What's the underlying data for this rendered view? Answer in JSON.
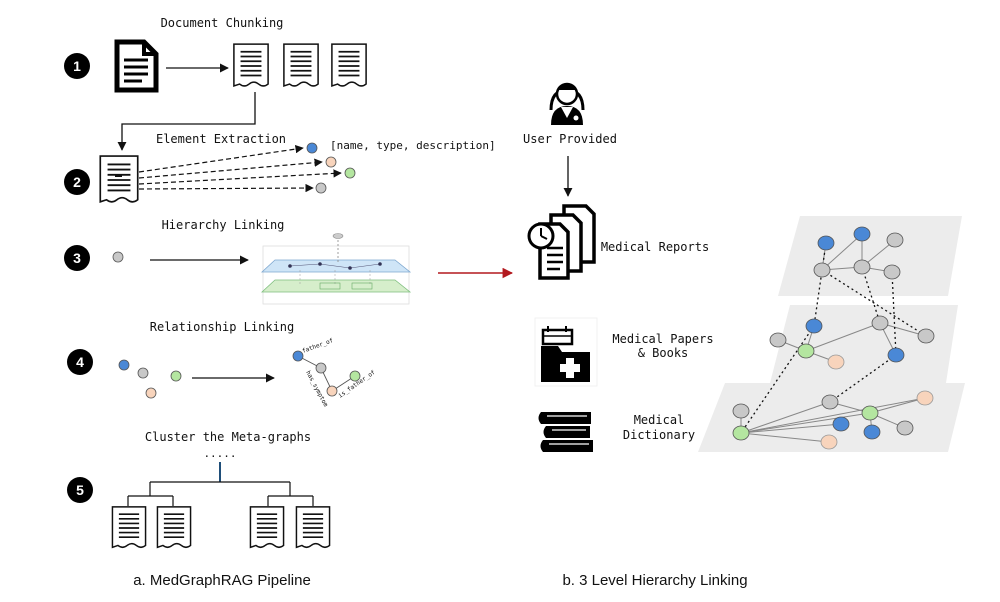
{
  "pipeline": {
    "steps": [
      {
        "number": "1",
        "title": "Document Chunking"
      },
      {
        "number": "2",
        "title": "Element Extraction",
        "attributes": "[name, type, description]"
      },
      {
        "number": "3",
        "title": "Hierarchy Linking"
      },
      {
        "number": "4",
        "title": "Relationship Linking",
        "edge_labels": [
          "father_of",
          "has_symptom",
          "is_father_of"
        ]
      },
      {
        "number": "5",
        "title": "Cluster the Meta-graphs",
        "ellipsis": "....."
      }
    ],
    "caption": "a. MedGraphRAG Pipeline"
  },
  "hierarchy": {
    "user_label": "User Provided",
    "levels": [
      {
        "label_lines": [
          "Medical Reports"
        ]
      },
      {
        "label_lines": [
          "Medical Papers",
          "& Books"
        ]
      },
      {
        "label_lines": [
          "Medical",
          "Dictionary"
        ]
      }
    ],
    "caption": "b. 3 Level Hierarchy Linking"
  },
  "colors": {
    "blue": "#4a88d6",
    "green": "#b4e6a0",
    "peach": "#f8d4bc",
    "gray": "#c8c8c8",
    "arrow_red": "#b3191f",
    "plane": "#ececec",
    "plane_blue": "#cfe5f7",
    "plane_green": "#d6eecb"
  }
}
